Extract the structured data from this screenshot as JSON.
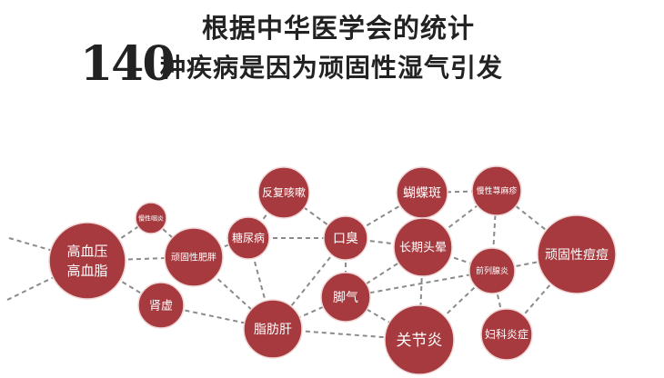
{
  "header": {
    "line1": "根据中华医学会的统计",
    "number": "140",
    "line2": "种疾病是因为顽固性湿气引发"
  },
  "colors": {
    "node": "#a63a3f",
    "edge": "#8a8a8a",
    "text": "#ffffff"
  },
  "nodes": [
    {
      "label": [
        "高血压",
        "高血脂"
      ]
    },
    {
      "label": [
        "慢性咽炎"
      ]
    },
    {
      "label": [
        "顽固性肥胖"
      ]
    },
    {
      "label": [
        "肾虚"
      ]
    },
    {
      "label": [
        "糖尿病"
      ]
    },
    {
      "label": [
        "反复咳嗽"
      ]
    },
    {
      "label": [
        "脂肪肝"
      ]
    },
    {
      "label": [
        "口臭"
      ]
    },
    {
      "label": [
        "脚气"
      ]
    },
    {
      "label": [
        "蝴蝶斑"
      ]
    },
    {
      "label": [
        "长期头晕"
      ]
    },
    {
      "label": [
        "关节炎"
      ]
    },
    {
      "label": [
        "慢性荨麻疹"
      ]
    },
    {
      "label": [
        "前列腺炎"
      ]
    },
    {
      "label": [
        "顽固性痘痘"
      ]
    },
    {
      "label": [
        "妇科炎症"
      ]
    }
  ],
  "edges": [
    [
      0,
      1
    ],
    [
      0,
      2
    ],
    [
      0,
      3
    ],
    [
      1,
      2
    ],
    [
      2,
      4
    ],
    [
      2,
      6
    ],
    [
      3,
      6
    ],
    [
      4,
      5
    ],
    [
      4,
      7
    ],
    [
      4,
      6
    ],
    [
      5,
      7
    ],
    [
      7,
      9
    ],
    [
      7,
      8
    ],
    [
      7,
      10
    ],
    [
      7,
      6
    ],
    [
      8,
      6
    ],
    [
      8,
      10
    ],
    [
      8,
      11
    ],
    [
      8,
      13
    ],
    [
      6,
      11
    ],
    [
      9,
      12
    ],
    [
      9,
      10
    ],
    [
      10,
      13
    ],
    [
      10,
      12
    ],
    [
      13,
      14
    ],
    [
      13,
      15
    ],
    [
      13,
      11
    ],
    [
      12,
      14
    ],
    [
      12,
      13
    ],
    [
      14,
      15
    ],
    [
      11,
      10
    ]
  ]
}
